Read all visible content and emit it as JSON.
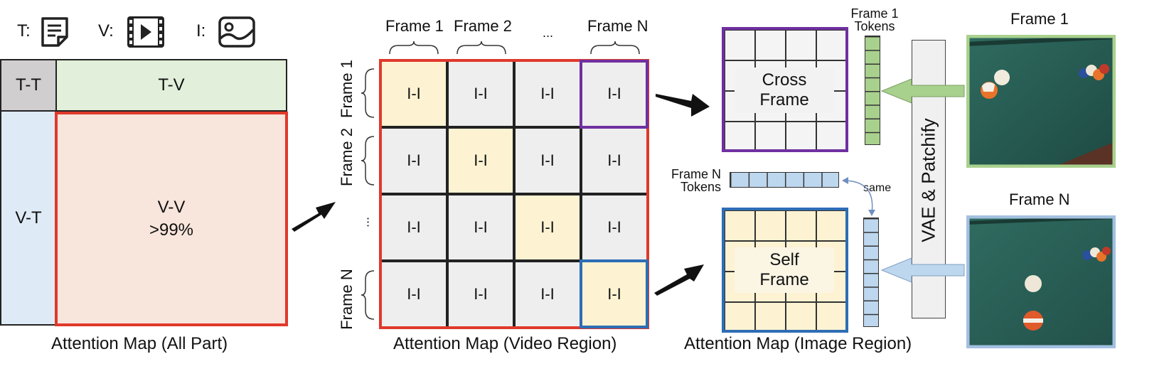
{
  "legend": {
    "text_label": "T:",
    "text_icon": "document-icon",
    "video_label": "V:",
    "video_icon": "film-icon",
    "image_label": "I:",
    "image_icon": "image-icon"
  },
  "all_part": {
    "tt": "T-T",
    "tv": "T-V",
    "vt": "V-T",
    "vv": "V-V",
    "vv_pct": ">99%",
    "caption": "Attention Map (All Part)",
    "colors": {
      "tt": "#d0cece",
      "tv": "#e2efda",
      "vt": "#deebf7",
      "vv": "#f8e5dc",
      "highlight": "#e0392b"
    }
  },
  "video_region": {
    "col_headers": [
      "Frame 1",
      "Frame 2",
      "...",
      "Frame N"
    ],
    "row_headers": [
      "Frame 1",
      "Frame 2",
      "...",
      "Frame N"
    ],
    "cell_label": "I-I",
    "caption": "Attention Map (Video Region)",
    "colors": {
      "diag": "#fdf3d3",
      "off": "#eeeeee",
      "border": "#e0392b",
      "cross": "#7030a0",
      "self": "#2e6db4"
    }
  },
  "image_region": {
    "cross_line1": "Cross",
    "cross_line2": "Frame",
    "self_line1": "Self",
    "self_line2": "Frame",
    "frame1_tokens_line1": "Frame 1",
    "frame1_tokens_line2": "Tokens",
    "frameN_tokens_line1": "Frame N",
    "frameN_tokens_line2": "Tokens",
    "same": "same",
    "caption": "Attention Map (Image Region)",
    "colors": {
      "cross_border": "#7030a0",
      "self_border": "#2e6db4",
      "green_token": "#a9d18e",
      "blue_token": "#bdd7ee",
      "self_fill": "#fdf3d3"
    }
  },
  "encoder": {
    "label": "VAE & Patchify"
  },
  "frames": {
    "frame1": "Frame 1",
    "frameN": "Frame N"
  }
}
